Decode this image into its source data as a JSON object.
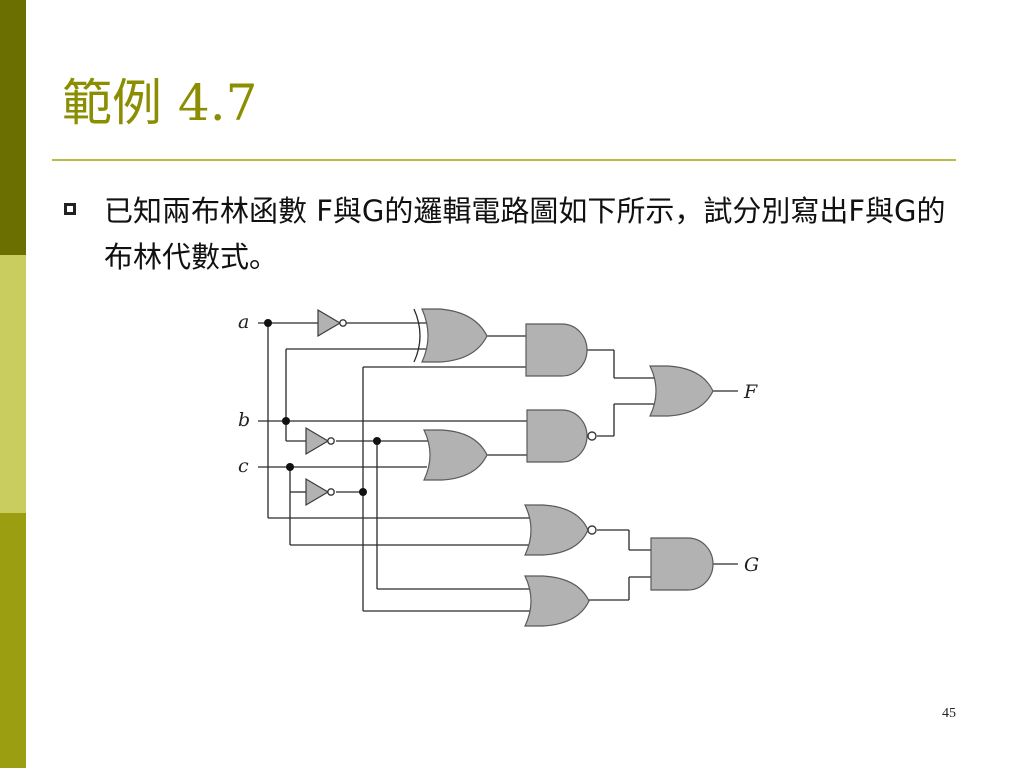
{
  "slide": {
    "title": "範例 4.7",
    "body": "已知兩布林函數 F與G的邏輯電路圖如下所示，試分別寫出F與G的布林代數式。",
    "page_number": "45"
  },
  "circuit": {
    "inputs": [
      "a",
      "b",
      "c"
    ],
    "outputs": [
      "F",
      "G"
    ]
  },
  "colors": {
    "title": "#8a8e00",
    "bar_top": "#6b6e00",
    "bar_mid": "#c9cc5e",
    "bar_bottom": "#9c9e12",
    "gate_fill": "#b2b2b2"
  }
}
